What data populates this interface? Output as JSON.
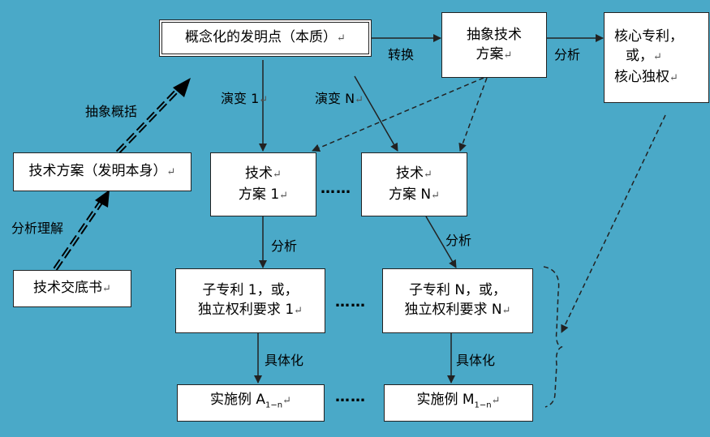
{
  "colors": {
    "background": "#4aa9c8",
    "box": "#ffffff",
    "stroke": "#222222"
  },
  "boxes": {
    "concept": "概念化的发明点（本质）",
    "abstract_l1": "抽象技术",
    "abstract_l2": "方案",
    "core_l1": "核心专利，",
    "core_l2": "或，",
    "core_l3": "核心独权",
    "scheme": "技术方案（发明本身）",
    "disclosure": "技术交底书",
    "tech1_l1": "技术",
    "tech1_l2": "方案 1",
    "techN_l1": "技术",
    "techN_l2": "方案 N",
    "sub1_l1": "子专利 1，或，",
    "sub1_l2": "独立权利要求 1",
    "subN_l1": "子专利 N，或，",
    "subN_l2": "独立权利要求 N",
    "emb1_text": "实施例 A",
    "emb1_sub": "1−n",
    "embN_text": "实施例 M",
    "embN_sub": "1−n"
  },
  "labels": {
    "convert": "转换",
    "analyze_top": "分析",
    "evolve1": "演变 1",
    "evolveN": "演变 N",
    "abstract_generalize": "抽象概括",
    "analyze_understand": "分析理解",
    "analyze1": "分析",
    "analyzeN": "分析",
    "concretize1": "具体化",
    "concretizeN": "具体化"
  },
  "ellipsis": "……"
}
